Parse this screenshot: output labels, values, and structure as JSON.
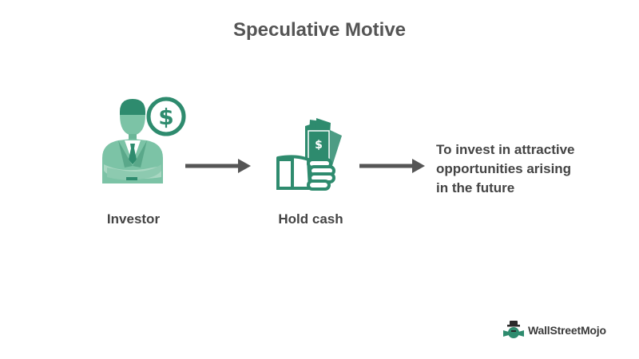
{
  "title": "Speculative Motive",
  "steps": [
    {
      "label": "Investor",
      "icon": "investor-icon"
    },
    {
      "label": "Hold cash",
      "icon": "hand-holding-cash-icon"
    }
  ],
  "outcome_lines": [
    "To invest in attractive",
    "opportunities arising",
    "in the future"
  ],
  "brand": {
    "name": "WallStreetMojo",
    "icon": "wallstreetmojo-logo-icon"
  },
  "colors": {
    "accent": "#2e8b6e",
    "accent_light": "#7cc3a6",
    "accent_pale": "#a9d7c2",
    "arrow": "#555555",
    "text": "#444444"
  }
}
